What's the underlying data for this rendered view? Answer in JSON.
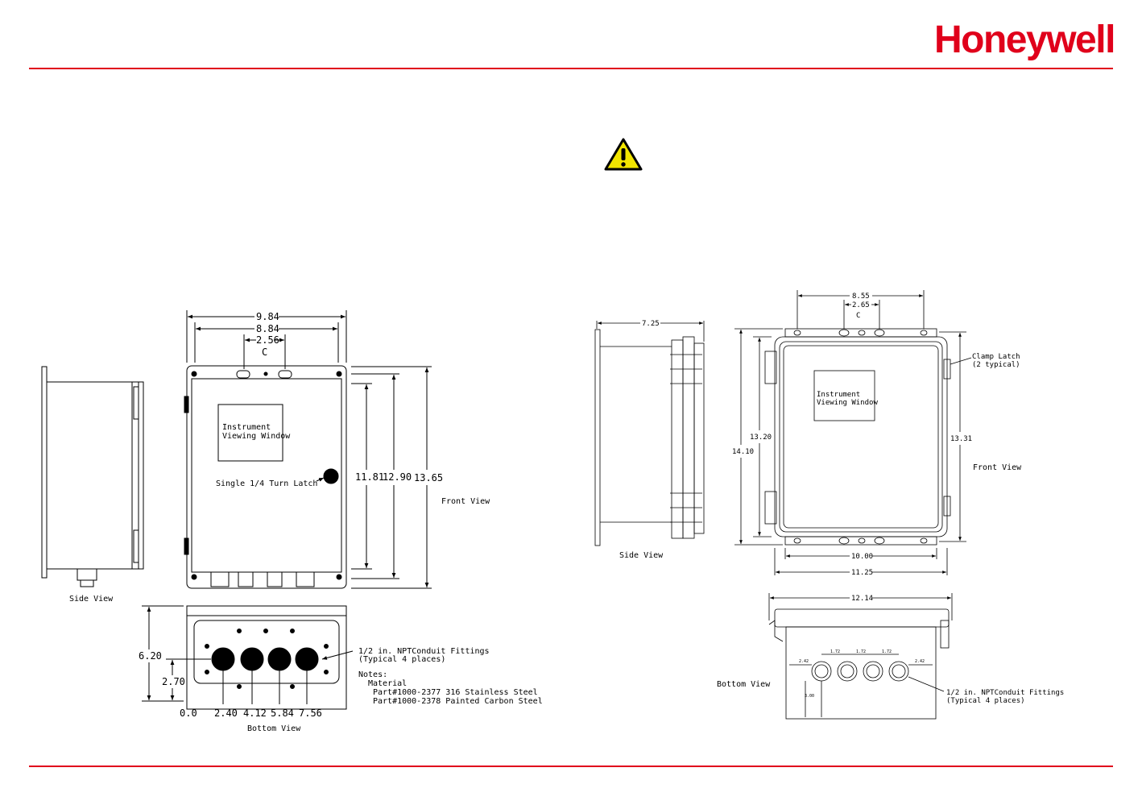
{
  "brand": {
    "logo_text": "Honeywell",
    "accent_color": "#e0001b"
  },
  "warning": {
    "icon": "warning-triangle-icon",
    "fill": "#f2e500"
  },
  "left_drawing": {
    "dim_width_outer": "9.84",
    "dim_width_inner": "8.84",
    "dim_hole_spacing": "2.56",
    "centerline": "C",
    "window_label_1": "Instrument",
    "window_label_2": "Viewing Window",
    "latch_label": "Single 1/4 Turn Latch",
    "dim_h1": "11.81",
    "dim_h2": "12.90",
    "dim_h3": "13.65",
    "front_view_label": "Front View",
    "side_view_label": "Side View",
    "dim_depth": "6.20",
    "dim_conduit_height": "2.70",
    "x_positions": [
      "0.0",
      "2.40",
      "4.12",
      "5.84",
      "7.56"
    ],
    "conduit_label_1": "1/2 in. NPTConduit Fittings",
    "conduit_label_2": "(Typical 4 places)",
    "notes_title": "Notes:",
    "notes_material": "Material",
    "notes_part1": "Part#1000-2377 316 Stainless Steel",
    "notes_part2": "Part#1000-2378 Painted Carbon Steel",
    "bottom_view_label": "Bottom View"
  },
  "right_drawing": {
    "dim_depth": "7.25",
    "side_view_label": "Side View",
    "dim_top_outer": "8.55",
    "dim_top_inner": "2.65",
    "centerline": "C",
    "window_label_1": "Instrument",
    "window_label_2": "Viewing Window",
    "clamp_label_1": "Clamp Latch",
    "clamp_label_2": "(2 typical)",
    "dim_h_inner": "13.20",
    "dim_h_outer": "14.10",
    "dim_h_right": "13.31",
    "front_view_label": "Front View",
    "dim_bottom_inner": "10.00",
    "dim_bottom_outer": "11.25",
    "dim_bv_width": "12.14",
    "bottom_view_label": "Bottom View",
    "dim_small_a": "2.42",
    "dim_small_b": "1.72",
    "dim_small_c": "1.72",
    "dim_small_d": "1.72",
    "dim_small_e": "2.42",
    "dim_small_h": "3.00",
    "conduit_label_1": "1/2 in. NPTConduit Fittings",
    "conduit_label_2": "(Typical 4 places)"
  }
}
